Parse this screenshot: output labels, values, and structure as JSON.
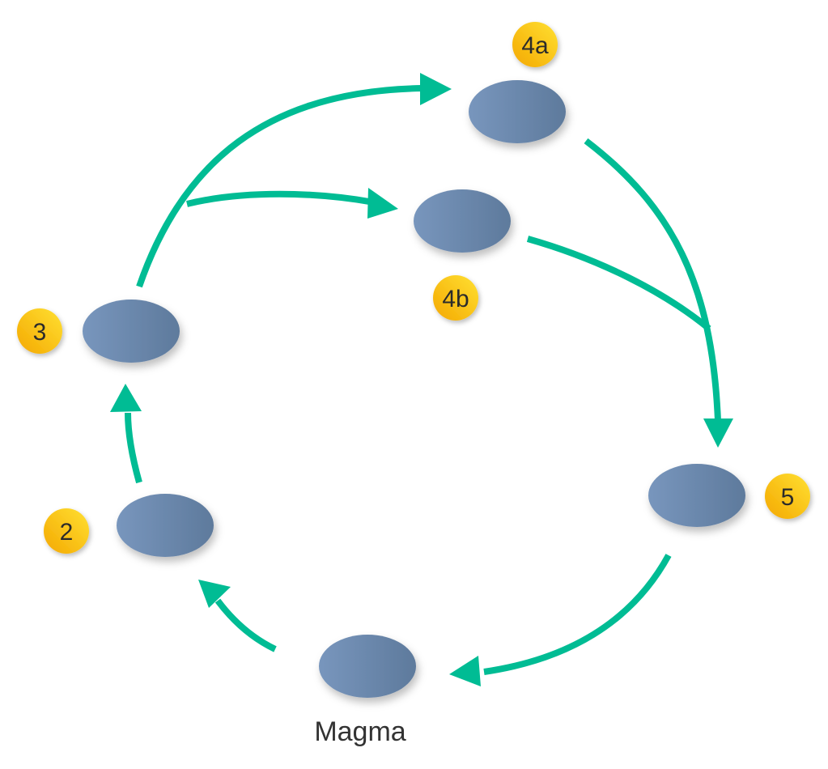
{
  "diagram": {
    "title": "",
    "colors": {
      "arrow": "#00bc94",
      "node_left": "#7896bd",
      "node_right": "#5e7a9c",
      "badge_light": "#ffe033",
      "badge_dark": "#f4a800",
      "text": "#2b2b2b"
    },
    "nodes": [
      {
        "id": "magma",
        "label": "Magma",
        "badge": ""
      },
      {
        "id": "n2",
        "label": "",
        "badge": "2"
      },
      {
        "id": "n3",
        "label": "",
        "badge": "3"
      },
      {
        "id": "n4a",
        "label": "",
        "badge": "4a"
      },
      {
        "id": "n4b",
        "label": "",
        "badge": "4b"
      },
      {
        "id": "n5",
        "label": "",
        "badge": "5"
      }
    ],
    "edges": [
      {
        "from": "magma",
        "to": "n2"
      },
      {
        "from": "n2",
        "to": "n3"
      },
      {
        "from": "n3",
        "to": "n4a"
      },
      {
        "from": "n3",
        "to": "n4b"
      },
      {
        "from": "n4a",
        "to": "n5"
      },
      {
        "from": "n4b",
        "to": "n5"
      },
      {
        "from": "n5",
        "to": "magma"
      }
    ]
  }
}
